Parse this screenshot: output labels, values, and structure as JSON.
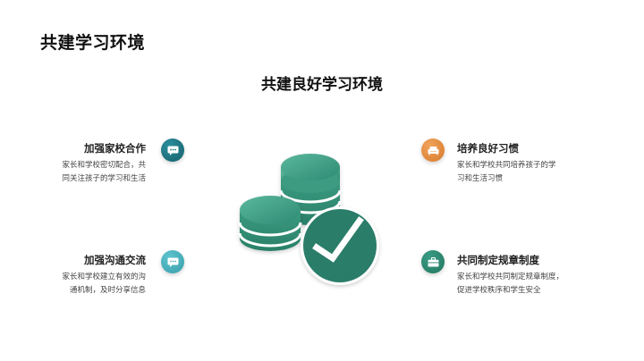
{
  "slide": {
    "title": "共建学习环境",
    "subtitle": "共建良好学习环境"
  },
  "items": [
    {
      "heading": "加强家校合作",
      "desc_line1": "家长和学校密切配合，共",
      "desc_line2": "同关注孩子的学习和生活",
      "icon": "chat-bubble-icon",
      "color": "#1f7a86"
    },
    {
      "heading": "加强沟通交流",
      "desc_line1": "家长和学校建立有效的沟",
      "desc_line2": "通机制，及时分享信息",
      "icon": "chat-bubble-icon",
      "color": "#4ab0bb"
    },
    {
      "heading": "培养良好习惯",
      "desc_line1": "家长和学校共同培养孩子的学",
      "desc_line2": "习和生活习惯",
      "icon": "sofa-icon",
      "color": "#e0893c"
    },
    {
      "heading": "共同制定规章制度",
      "desc_line1": "家长和学校共同制定规章制度，",
      "desc_line2": "促进学校秩序和学生安全",
      "icon": "briefcase-icon",
      "color": "#2b8a72"
    }
  ],
  "hero": {
    "icon": "coins-check-icon",
    "color": "#2e8a72"
  }
}
